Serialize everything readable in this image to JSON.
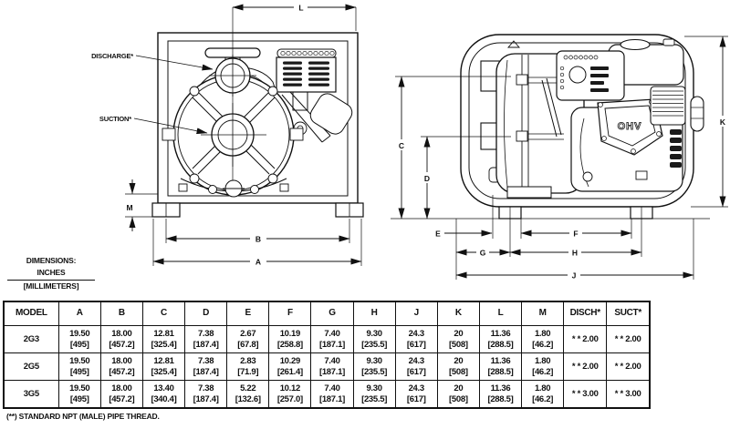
{
  "front_view": {
    "labels": {
      "discharge": "DISCHARGE*",
      "suction": "SUCTION*",
      "dim_l": "L",
      "dim_m": "M",
      "dim_b": "B",
      "dim_a": "A"
    }
  },
  "side_view": {
    "labels": {
      "dim_c": "C",
      "dim_d": "D",
      "dim_e": "E",
      "dim_f": "F",
      "dim_g": "G",
      "dim_h": "H",
      "dim_j": "J",
      "dim_k": "K",
      "engine": "OHV"
    }
  },
  "dim_note": {
    "heading": "DIMENSIONS:",
    "numerator": "INCHES",
    "denominator": "[MILLIMETERS]"
  },
  "table": {
    "headers": [
      "MODEL",
      "A",
      "B",
      "C",
      "D",
      "E",
      "F",
      "G",
      "H",
      "J",
      "K",
      "L",
      "M",
      "DISCH*",
      "SUCT*"
    ],
    "rows": [
      {
        "model": "2G3",
        "cells": [
          [
            "19.50",
            "[495]"
          ],
          [
            "18.00",
            "[457.2]"
          ],
          [
            "12.81",
            "[325.4]"
          ],
          [
            "7.38",
            "[187.4]"
          ],
          [
            "2.67",
            "[67.8]"
          ],
          [
            "10.19",
            "[258.8]"
          ],
          [
            "7.40",
            "[187.1]"
          ],
          [
            "9.30",
            "[235.5]"
          ],
          [
            "24.3",
            "[617]"
          ],
          [
            "20",
            "[508]"
          ],
          [
            "11.36",
            "[288.5]"
          ],
          [
            "1.80",
            "[46.2]"
          ]
        ],
        "disch": "* * 2.00",
        "suct": "* * 2.00"
      },
      {
        "model": "2G5",
        "cells": [
          [
            "19.50",
            "[495]"
          ],
          [
            "18.00",
            "[457.2]"
          ],
          [
            "12.81",
            "[325.4]"
          ],
          [
            "7.38",
            "[187.4]"
          ],
          [
            "2.83",
            "[71.9]"
          ],
          [
            "10.29",
            "[261.4]"
          ],
          [
            "7.40",
            "[187.1]"
          ],
          [
            "9.30",
            "[235.5]"
          ],
          [
            "24.3",
            "[617]"
          ],
          [
            "20",
            "[508]"
          ],
          [
            "11.36",
            "[288.5]"
          ],
          [
            "1.80",
            "[46.2]"
          ]
        ],
        "disch": "* * 2.00",
        "suct": "* * 2.00"
      },
      {
        "model": "3G5",
        "cells": [
          [
            "19.50",
            "[495]"
          ],
          [
            "18.00",
            "[457.2]"
          ],
          [
            "13.40",
            "[340.4]"
          ],
          [
            "7.38",
            "[187.4]"
          ],
          [
            "5.22",
            "[132.6]"
          ],
          [
            "10.12",
            "[257.0]"
          ],
          [
            "7.40",
            "[187.1]"
          ],
          [
            "9.30",
            "[235.5]"
          ],
          [
            "24.3",
            "[617]"
          ],
          [
            "20",
            "[508]"
          ],
          [
            "11.36",
            "[288.5]"
          ],
          [
            "1.80",
            "[46.2]"
          ]
        ],
        "disch": "* * 3.00",
        "suct": "* * 3.00"
      }
    ]
  },
  "footnote": "(**) STANDARD NPT (MALE) PIPE THREAD."
}
